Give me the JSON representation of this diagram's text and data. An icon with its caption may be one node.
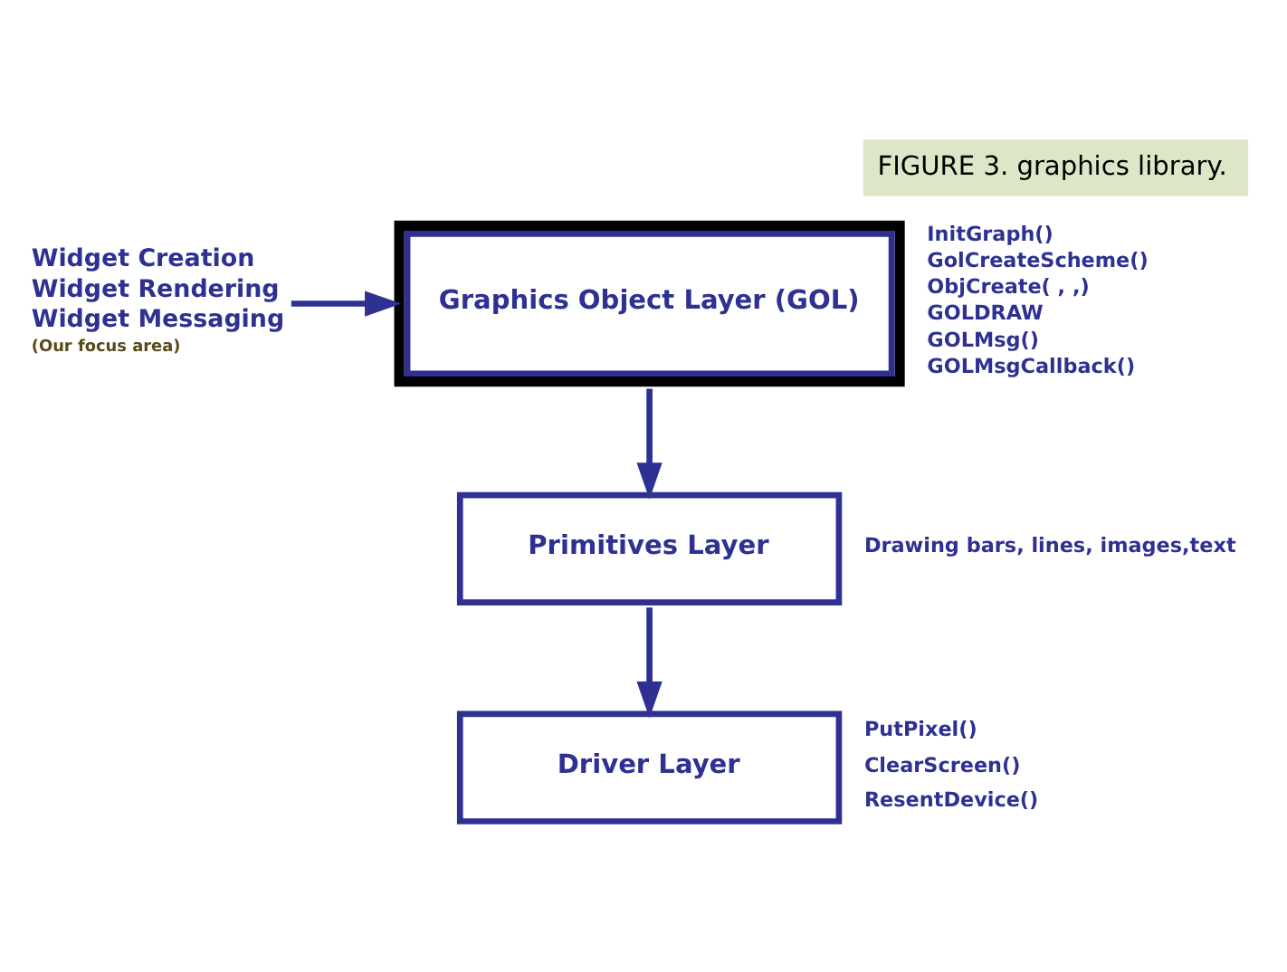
{
  "diagram": {
    "title": "FIGURE 3. graphics library.",
    "nodes": [
      {
        "text": [
          "Widget Creation",
          "Widget Rendering",
          "Widget Messaging",
          "(Our focus area)"
        ]
      },
      {
        "text": [
          "Graphics Object Layer (GOL)"
        ],
        "beside": [
          "InitGraph()",
          "GolCreateScheme()",
          "ObjCreate( , ,)",
          "GOLDRAW",
          "GOLMsg()",
          "GOLMsgCallback()"
        ]
      },
      {
        "text": [
          "Primitives Layer"
        ],
        "beside": [
          "Drawing bars, lines, images,text"
        ]
      },
      {
        "text": [
          "Driver Layer"
        ],
        "beside": [
          "PutPixel()",
          "ClearScreen()",
          "ResentDevice()"
        ]
      }
    ],
    "edges": [
      {
        "from": 0,
        "to": 1,
        "arrow": "to"
      },
      {
        "from": 1,
        "to": 2,
        "arrow": "to"
      },
      {
        "from": 2,
        "to": 3,
        "arrow": "to"
      }
    ]
  }
}
